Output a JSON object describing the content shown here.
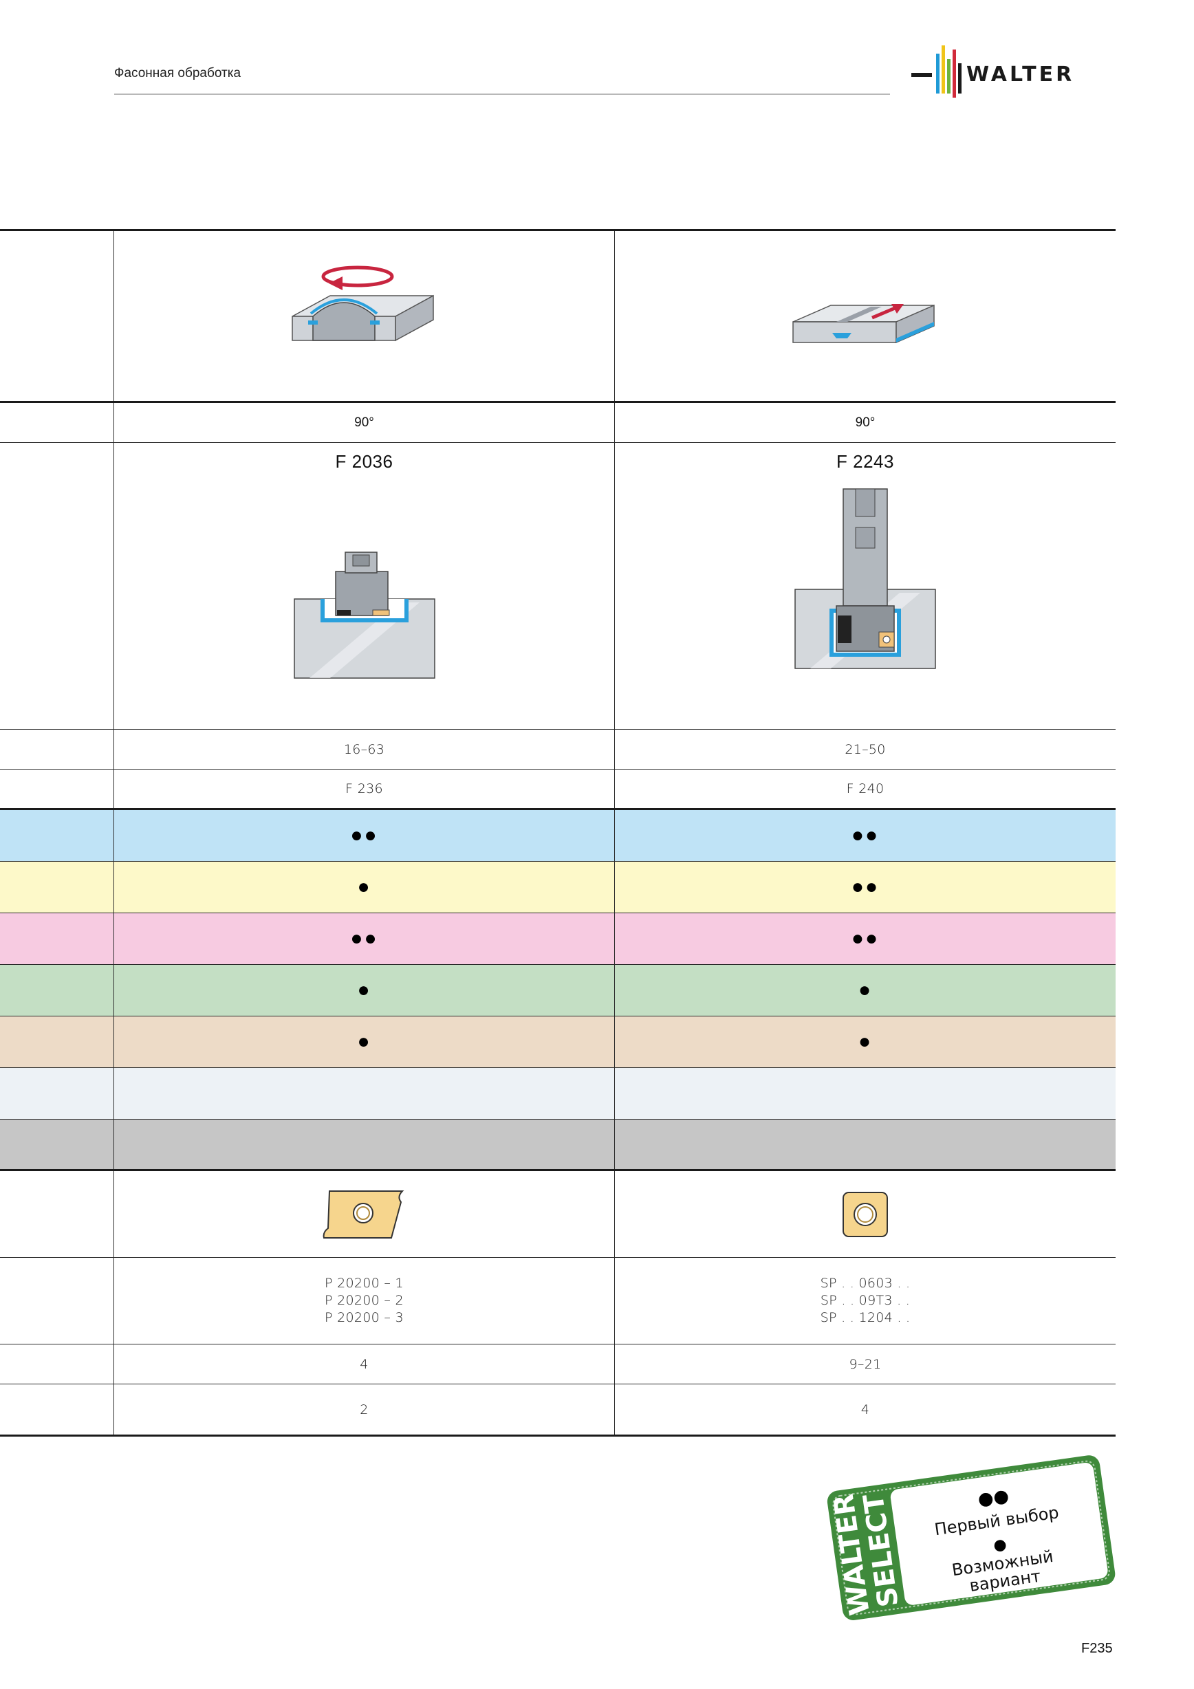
{
  "header": {
    "title": "Фасонная обработка",
    "brand": "WALTER"
  },
  "tools": [
    {
      "angle": "90°",
      "model": "F 2036",
      "diameter": "16–63",
      "page": "F 236",
      "materials": {
        "P": "●●",
        "M": "●",
        "K": "●●",
        "N": "●",
        "S": "●",
        "H": "",
        "O": ""
      },
      "insert": "P 20200 – 1\nP 20200 – 2\nP 20200 – 3",
      "value_a": "4",
      "value_b": "2"
    },
    {
      "angle": "90°",
      "model": "F 2243",
      "diameter": "21–50",
      "page": "F 240",
      "materials": {
        "P": "●●",
        "M": "●●",
        "K": "●●",
        "N": "●",
        "S": "●",
        "H": "",
        "O": ""
      },
      "insert": "SP . . 0603 . .\nSP . . 09T3 . .\nSP . . 1204 . .",
      "value_a": "9–21",
      "value_b": "4"
    }
  ],
  "material_colors": {
    "P": "#bfe3f6",
    "M": "#fdf9c9",
    "K": "#f7cbe1",
    "N": "#c4dfc4",
    "S": "#eddbc7",
    "H": "#edf2f6",
    "O": "#c6c6c6"
  },
  "legend": {
    "brand_line1": "WALTER",
    "brand_line2": "SELECT",
    "first_choice_symbol": "●●",
    "first_choice": "Первый выбор",
    "possible_symbol": "●",
    "possible_line1": "Возможный",
    "possible_line2": "вариант",
    "color": "#3f8a3b"
  },
  "page_number": "F235"
}
